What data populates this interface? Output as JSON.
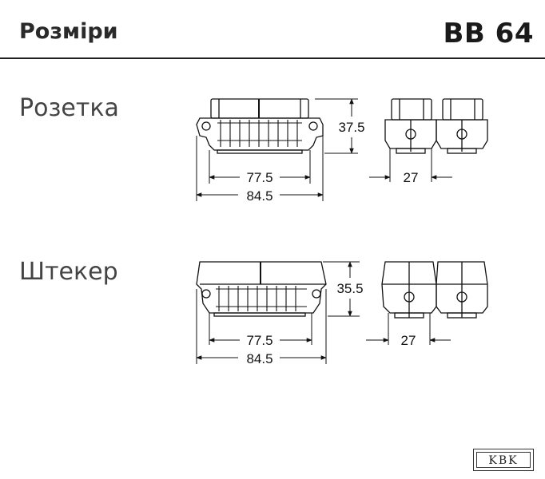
{
  "header": {
    "title": "Розміри",
    "code": "BB 64"
  },
  "sections": [
    {
      "label": "Розетка",
      "dims": {
        "height": "37.5",
        "inner_width": "77.5",
        "outer_width": "84.5",
        "side_width": "27"
      }
    },
    {
      "label": "Штекер",
      "dims": {
        "height": "35.5",
        "inner_width": "77.5",
        "outer_width": "84.5",
        "side_width": "27"
      }
    }
  ],
  "logo": {
    "text": "KBK"
  }
}
